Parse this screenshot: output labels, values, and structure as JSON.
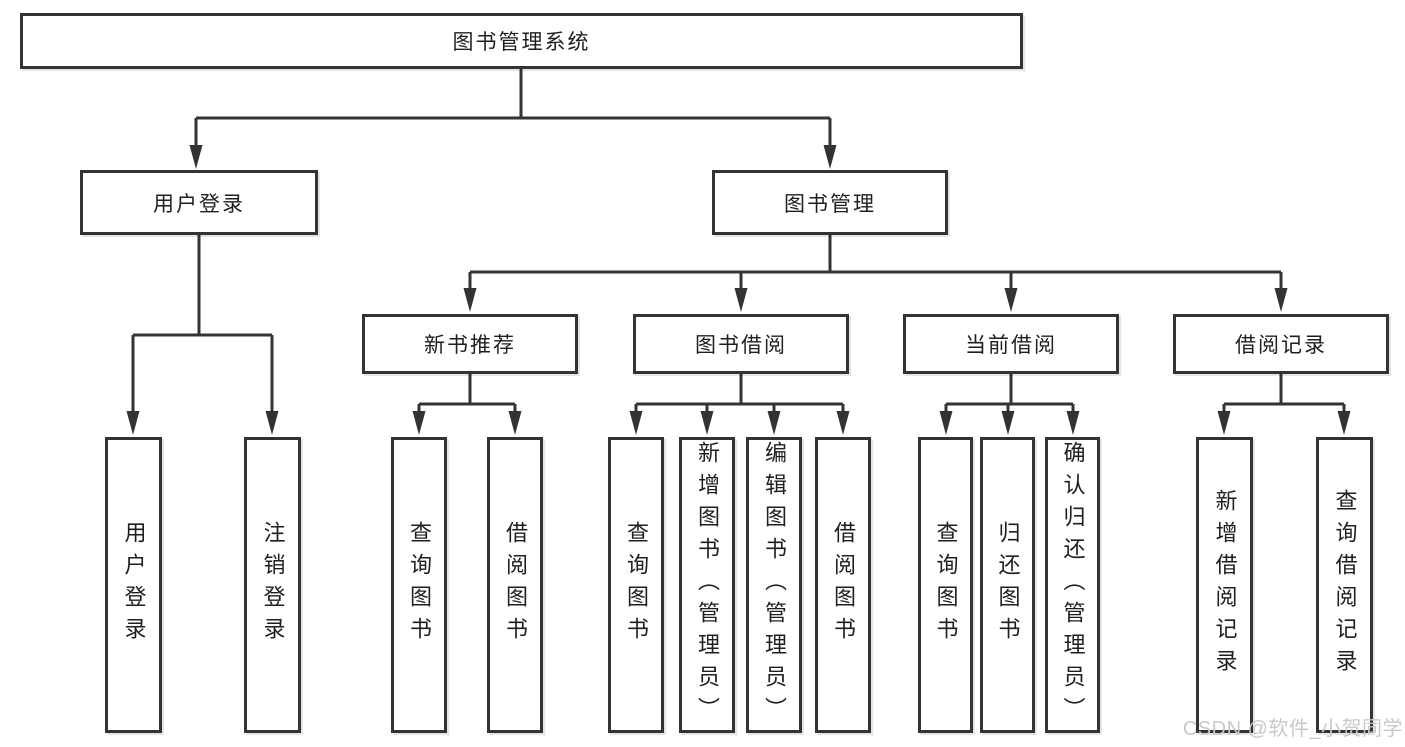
{
  "nodes": {
    "root": {
      "label": "图书管理系统"
    },
    "login": {
      "label": "用户登录"
    },
    "book_mgmt": {
      "label": "图书管理"
    },
    "l3": [
      {
        "label": "新书推荐"
      },
      {
        "label": "图书借阅"
      },
      {
        "label": "当前借阅"
      },
      {
        "label": "借阅记录"
      }
    ],
    "leaves": [
      {
        "label": "用户登录"
      },
      {
        "label": "注销登录"
      },
      {
        "label": "查询图书"
      },
      {
        "label": "借阅图书"
      },
      {
        "label": "查询图书"
      },
      {
        "label": "新增图书（管理员）"
      },
      {
        "label": "编辑图书（管理员）"
      },
      {
        "label": "借阅图书"
      },
      {
        "label": "查询图书"
      },
      {
        "label": "归还图书"
      },
      {
        "label": "确认归还（管理员）"
      },
      {
        "label": "新增借阅记录"
      },
      {
        "label": "查询借阅记录"
      }
    ]
  },
  "watermark": {
    "text": "CSDN @软件_小贺同学"
  },
  "colors": {
    "line": "#333333",
    "text": "#1f1f1f",
    "box_background": "#ffffff",
    "watermark": "#c9c9c9",
    "background": "#ffffff"
  }
}
